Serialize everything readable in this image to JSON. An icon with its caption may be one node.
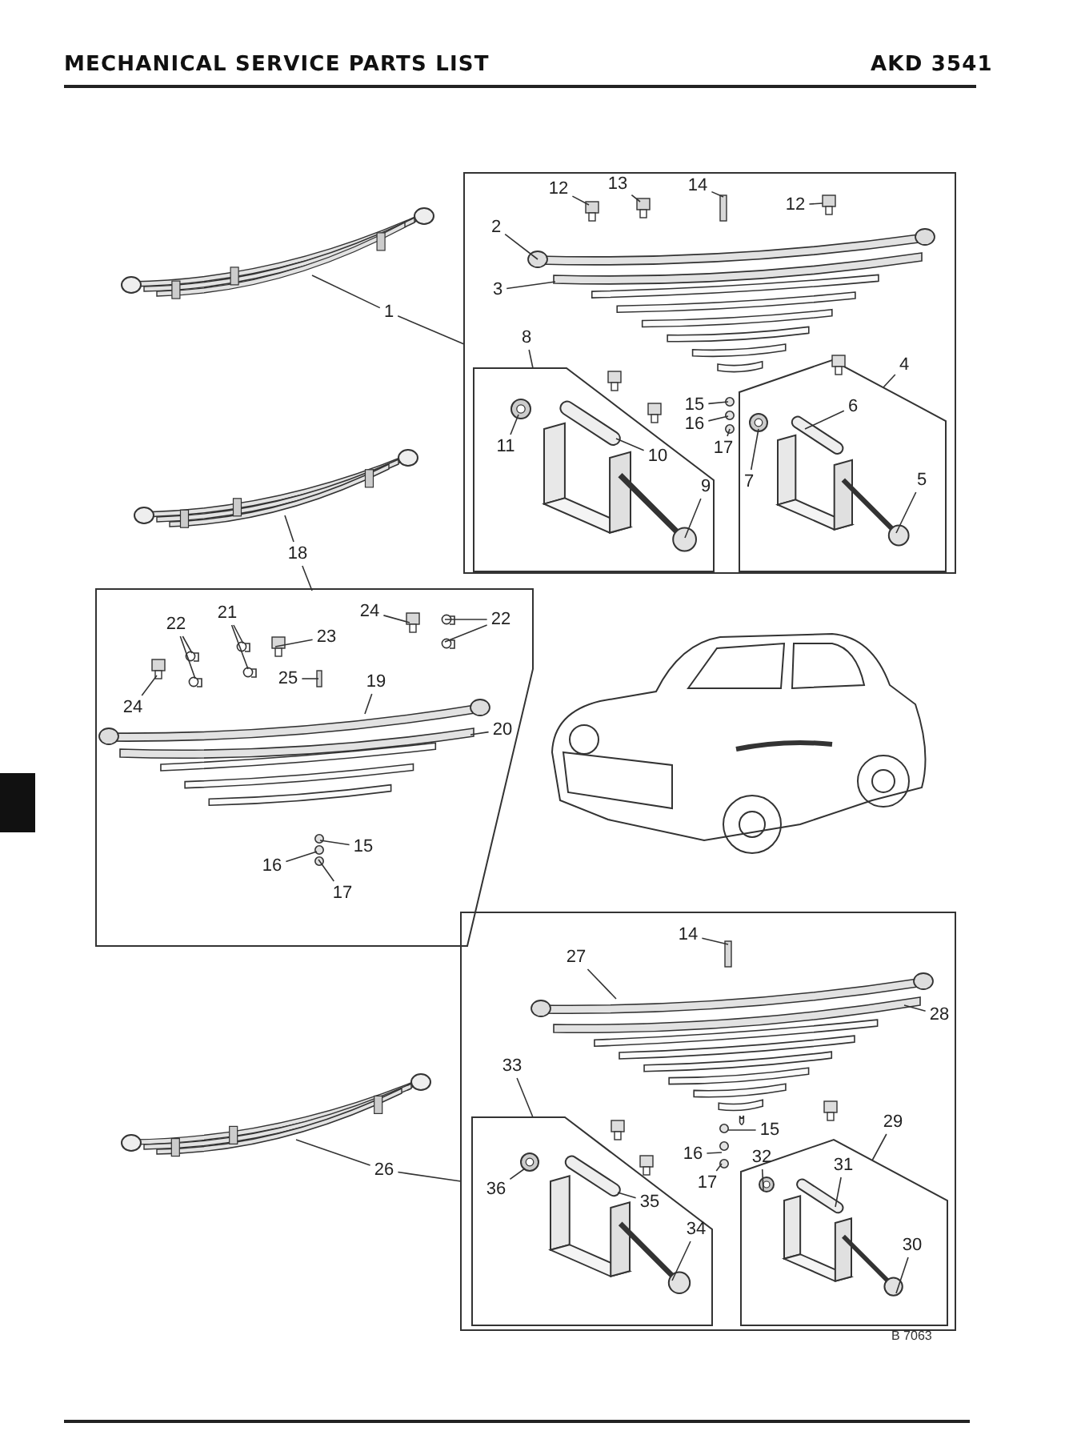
{
  "diagram": {
    "title": "MECHANICAL SERVICE PARTS LIST",
    "nodes": [
      {
        "text": [],
        "shape": "box"
      },
      {
        "text": [],
        "shape": "box",
        "in": 0
      },
      {
        "text": [],
        "shape": "box",
        "in": 0
      },
      {
        "text": [],
        "shape": "box"
      },
      {
        "text": [],
        "shape": "box"
      },
      {
        "text": [],
        "shape": "box",
        "in": 4
      },
      {
        "text": [],
        "shape": "box",
        "in": 4
      },
      {
        "text": [
          "1"
        ]
      },
      {
        "text": [
          "18"
        ]
      },
      {
        "text": [
          "26"
        ]
      },
      {
        "text": [
          "2"
        ],
        "in": 0
      },
      {
        "text": [
          "3"
        ],
        "in": 0
      },
      {
        "text": [
          "12"
        ],
        "in": 0
      },
      {
        "text": [
          "13"
        ],
        "in": 0
      },
      {
        "text": [
          "14"
        ],
        "in": 0
      },
      {
        "text": [
          "12"
        ],
        "in": 0
      },
      {
        "text": [
          "8"
        ],
        "in": 0
      },
      {
        "text": [
          "4"
        ],
        "in": 0
      },
      {
        "text": [
          "15"
        ],
        "in": 0
      },
      {
        "text": [
          "16"
        ],
        "in": 0
      },
      {
        "text": [
          "17"
        ],
        "in": 0
      },
      {
        "text": [
          "11"
        ],
        "in": 1
      },
      {
        "text": [
          "10"
        ],
        "in": 1
      },
      {
        "text": [
          "9"
        ],
        "in": 1
      },
      {
        "text": [
          "6"
        ],
        "in": 2
      },
      {
        "text": [
          "7"
        ],
        "in": 2
      },
      {
        "text": [
          "5"
        ],
        "in": 2
      },
      {
        "text": [
          "22"
        ],
        "in": 3
      },
      {
        "text": [
          "21"
        ],
        "in": 3
      },
      {
        "text": [
          "23"
        ],
        "in": 3
      },
      {
        "text": [
          "24"
        ],
        "in": 3
      },
      {
        "text": [
          "22"
        ],
        "in": 3
      },
      {
        "text": [
          "24"
        ],
        "in": 3
      },
      {
        "text": [
          "25"
        ],
        "in": 3
      },
      {
        "text": [
          "19"
        ],
        "in": 3
      },
      {
        "text": [
          "20"
        ],
        "in": 3
      },
      {
        "text": [
          "15"
        ],
        "in": 3
      },
      {
        "text": [
          "16"
        ],
        "in": 3
      },
      {
        "text": [
          "17"
        ],
        "in": 3
      },
      {
        "text": [
          "14"
        ],
        "in": 4
      },
      {
        "text": [
          "27"
        ],
        "in": 4
      },
      {
        "text": [
          "28"
        ],
        "in": 4
      },
      {
        "text": [
          "33"
        ],
        "in": 4
      },
      {
        "text": [
          "29"
        ],
        "in": 4
      },
      {
        "text": [
          "15"
        ],
        "in": 4
      },
      {
        "text": [
          "16"
        ],
        "in": 4
      },
      {
        "text": [
          "17"
        ],
        "in": 4
      },
      {
        "text": [
          "36"
        ],
        "in": 5
      },
      {
        "text": [
          "35"
        ],
        "in": 5
      },
      {
        "text": [
          "34"
        ],
        "in": 5
      },
      {
        "text": [
          "32"
        ],
        "in": 6
      },
      {
        "text": [
          "31"
        ],
        "in": 6
      },
      {
        "text": [
          "30"
        ],
        "in": 6
      },
      {
        "text": [],
        "shape": "picture"
      },
      {
        "text": [],
        "shape": "picture"
      },
      {
        "text": [],
        "shape": "picture"
      },
      {
        "text": [],
        "shape": "picture",
        "in": 0
      },
      {
        "text": [],
        "shape": "picture",
        "in": 0
      },
      {
        "text": [],
        "shape": "box",
        "in": 0
      },
      {
        "text": [],
        "shape": "box",
        "in": 0
      },
      {
        "text": [],
        "shape": "box",
        "in": 0
      },
      {
        "text": [],
        "shape": "box",
        "in": 0
      },
      {
        "text": [],
        "shape": "picture",
        "in": 0
      },
      {
        "text": [],
        "shape": "circle",
        "in": 1
      },
      {
        "text": [],
        "shape": "cylinder",
        "in": 1
      },
      {
        "text": [],
        "shape": "picture",
        "in": 1
      },
      {
        "text": [],
        "shape": "cylinder",
        "in": 2
      },
      {
        "text": [],
        "shape": "circle",
        "in": 2
      },
      {
        "text": [],
        "shape": "picture",
        "in": 2
      },
      {
        "text": [],
        "shape": "circle",
        "in": 3
      },
      {
        "text": [],
        "shape": "circle",
        "in": 3
      },
      {
        "text": [],
        "shape": "circle",
        "in": 3
      },
      {
        "text": [],
        "shape": "circle",
        "in": 3
      },
      {
        "text": [],
        "shape": "box",
        "in": 3
      },
      {
        "text": [],
        "shape": "box",
        "in": 3
      },
      {
        "text": [],
        "shape": "circle",
        "in": 3
      },
      {
        "text": [],
        "shape": "circle",
        "in": 3
      },
      {
        "text": [],
        "shape": "box",
        "in": 3
      },
      {
        "text": [],
        "shape": "box",
        "in": 3
      },
      {
        "text": [],
        "shape": "picture",
        "in": 3
      },
      {
        "text": [],
        "shape": "picture",
        "in": 3
      },
      {
        "text": [],
        "shape": "picture",
        "in": 3
      },
      {
        "text": [],
        "shape": "box",
        "in": 4
      },
      {
        "text": [],
        "shape": "picture",
        "in": 4
      },
      {
        "text": [],
        "shape": "picture",
        "in": 4
      },
      {
        "text": [],
        "shape": "picture",
        "in": 4
      },
      {
        "text": [],
        "shape": "circle",
        "in": 5
      },
      {
        "text": [],
        "shape": "cylinder",
        "in": 5
      },
      {
        "text": [],
        "shape": "picture",
        "in": 5
      },
      {
        "text": [],
        "shape": "circle",
        "in": 6
      },
      {
        "text": [],
        "shape": "cylinder",
        "in": 6
      },
      {
        "text": [],
        "shape": "picture",
        "in": 6
      }
    ],
    "edges": [
      {
        "from": 7,
        "to": 53,
        "arrow": "none"
      },
      {
        "from": 7,
        "to": 0,
        "arrow": "none"
      },
      {
        "from": 8,
        "to": 54,
        "arrow": "none"
      },
      {
        "from": 8,
        "to": 3,
        "arrow": "none"
      },
      {
        "from": 9,
        "to": 55,
        "arrow": "none"
      },
      {
        "from": 9,
        "to": 4,
        "arrow": "none"
      },
      {
        "from": 10,
        "to": 56,
        "arrow": "none"
      },
      {
        "from": 11,
        "to": 57,
        "arrow": "none"
      },
      {
        "from": 12,
        "to": 58,
        "arrow": "none"
      },
      {
        "from": 13,
        "to": 59,
        "arrow": "none"
      },
      {
        "from": 14,
        "to": 60,
        "arrow": "none"
      },
      {
        "from": 15,
        "to": 61,
        "arrow": "none"
      },
      {
        "from": 16,
        "to": 1,
        "arrow": "none"
      },
      {
        "from": 17,
        "to": 2,
        "arrow": "none"
      },
      {
        "from": 18,
        "to": 62,
        "arrow": "none"
      },
      {
        "from": 19,
        "to": 62,
        "arrow": "none"
      },
      {
        "from": 20,
        "to": 62,
        "arrow": "none"
      },
      {
        "from": 21,
        "to": 63,
        "arrow": "none"
      },
      {
        "from": 22,
        "to": 64,
        "arrow": "none"
      },
      {
        "from": 23,
        "to": 65,
        "arrow": "none"
      },
      {
        "from": 24,
        "to": 66,
        "arrow": "none"
      },
      {
        "from": 25,
        "to": 67,
        "arrow": "none"
      },
      {
        "from": 26,
        "to": 68,
        "arrow": "none"
      },
      {
        "from": 27,
        "to": 69,
        "arrow": "none"
      },
      {
        "from": 27,
        "to": 70,
        "arrow": "none"
      },
      {
        "from": 28,
        "to": 71,
        "arrow": "none"
      },
      {
        "from": 28,
        "to": 72,
        "arrow": "none"
      },
      {
        "from": 29,
        "to": 73,
        "arrow": "none"
      },
      {
        "from": 30,
        "to": 74,
        "arrow": "none"
      },
      {
        "from": 31,
        "to": 75,
        "arrow": "none"
      },
      {
        "from": 31,
        "to": 76,
        "arrow": "none"
      },
      {
        "from": 32,
        "to": 77,
        "arrow": "none"
      },
      {
        "from": 33,
        "to": 78,
        "arrow": "none"
      },
      {
        "from": 34,
        "to": 79,
        "arrow": "none"
      },
      {
        "from": 35,
        "to": 80,
        "arrow": "none"
      },
      {
        "from": 36,
        "to": 81,
        "arrow": "none"
      },
      {
        "from": 37,
        "to": 81,
        "arrow": "none"
      },
      {
        "from": 38,
        "to": 81,
        "arrow": "none"
      },
      {
        "from": 39,
        "to": 82,
        "arrow": "none"
      },
      {
        "from": 40,
        "to": 83,
        "arrow": "none"
      },
      {
        "from": 41,
        "to": 84,
        "arrow": "none"
      },
      {
        "from": 42,
        "to": 5,
        "arrow": "none"
      },
      {
        "from": 43,
        "to": 6,
        "arrow": "none"
      },
      {
        "from": 44,
        "to": 85,
        "arrow": "none"
      },
      {
        "from": 45,
        "to": 85,
        "arrow": "none"
      },
      {
        "from": 46,
        "to": 85,
        "arrow": "none"
      },
      {
        "from": 47,
        "to": 86,
        "arrow": "none"
      },
      {
        "from": 48,
        "to": 87,
        "arrow": "none"
      },
      {
        "from": 49,
        "to": 88,
        "arrow": "none"
      },
      {
        "from": 50,
        "to": 89,
        "arrow": "none"
      },
      {
        "from": 51,
        "to": 90,
        "arrow": "none"
      },
      {
        "from": 52,
        "to": 91,
        "arrow": "none"
      }
    ],
    "labels": [
      "AKD 3541",
      "B 7063"
    ]
  }
}
